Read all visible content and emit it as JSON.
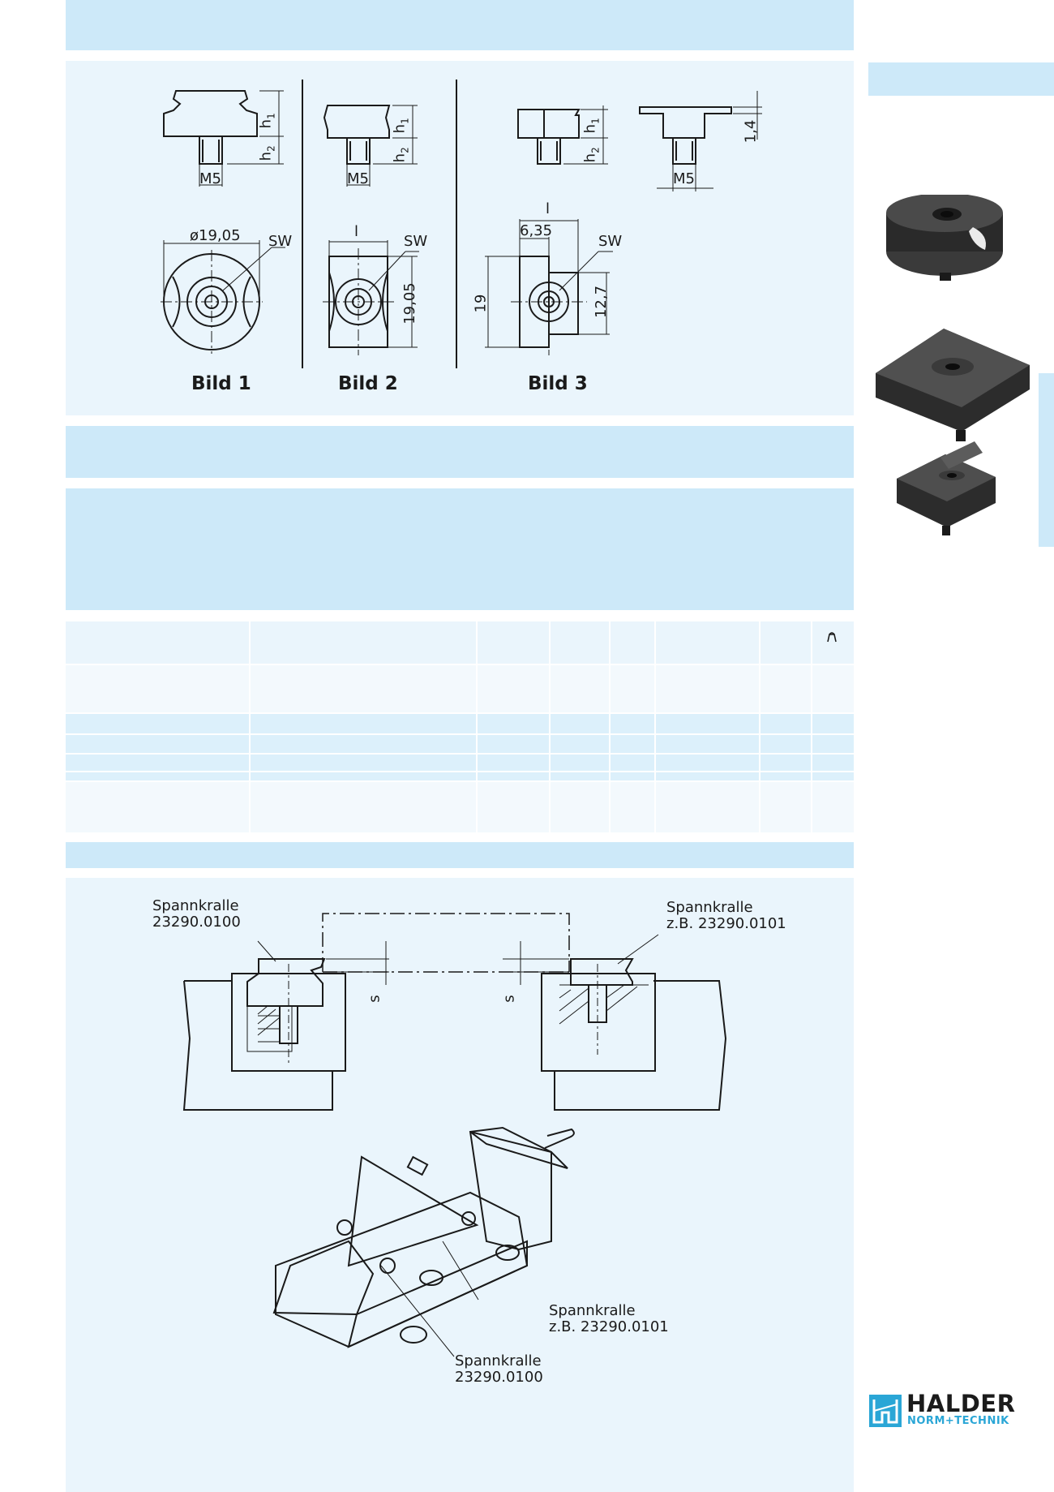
{
  "figures": {
    "bild1": {
      "caption": "Bild 1",
      "diameter": "ø19,05",
      "sw": "SW",
      "h1": "h",
      "h1_sub": "1",
      "h2": "h",
      "h2_sub": "2",
      "thread": "M5"
    },
    "bild2": {
      "caption": "Bild 2",
      "l": "l",
      "height": "19,05",
      "sw": "SW",
      "h1": "h",
      "h1_sub": "1",
      "h2": "h",
      "h2_sub": "2",
      "thread": "M5"
    },
    "bild3": {
      "caption": "Bild 3",
      "l": "l",
      "offset": "6,35",
      "height": "19",
      "inner_height": "12,7",
      "sw": "SW",
      "h1": "h",
      "h1_sub": "1",
      "h2": "h",
      "h2_sub": "2",
      "thread": "M5",
      "lip": "1,4",
      "thread2": "M5"
    }
  },
  "table": {
    "header_icon": "weight-icon"
  },
  "application": {
    "label_left": {
      "line1": "Spannkralle",
      "line2": "23290.0100"
    },
    "label_right": {
      "line1": "Spannkralle",
      "line2": "z.B.  23290.0101"
    },
    "s_left": "s",
    "s_right": "s",
    "vise_label_1": {
      "line1": "Spannkralle",
      "line2": "z.B.  23290.0101"
    },
    "vise_label_2": {
      "line1": "Spannkralle",
      "line2": "23290.0100"
    }
  },
  "logo": {
    "name": "HALDER",
    "subtitle": "NORM+TECHNIK"
  },
  "colors": {
    "band": "#cde9f9",
    "panel": "#eaf5fc",
    "brand_blue": "#2aa6d6",
    "product": "#2a2a2a"
  }
}
